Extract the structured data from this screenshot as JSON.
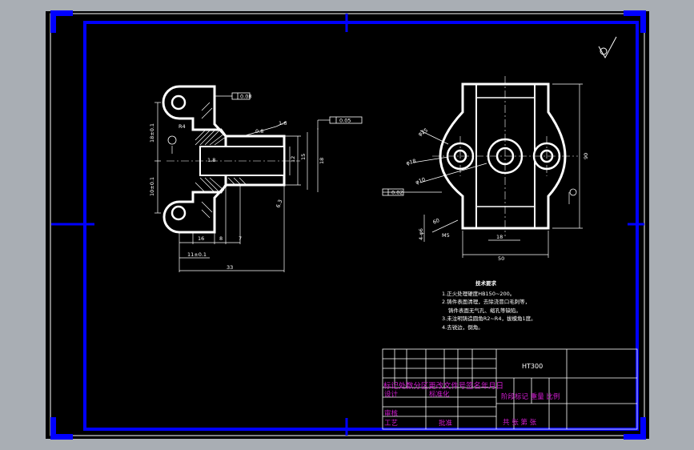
{
  "colors": {
    "background": "#000000",
    "frame": "#0000ff",
    "outline": "#ffffff",
    "dim": "#ffffff",
    "title_text": "#d21cd2",
    "window": "#a9aeb4"
  },
  "dims": {
    "d1": "0.08",
    "d2": "0.05",
    "d3": "1.6",
    "d4": "0.8",
    "d5": "R4",
    "d6": "18±0.1",
    "d7": "10±0.1",
    "d8": "1.8",
    "d9": "15",
    "d10": "18",
    "d11": "12",
    "d12": "16",
    "d13": "8",
    "d14": "7",
    "d15": "11±0.1",
    "d16": "33",
    "d17": "6.3",
    "d18": "90",
    "d19": "50",
    "d20": "18",
    "d21": "φ25",
    "d22": "φ18",
    "d23": "φ10",
    "d24": "0.02",
    "d25": "M5",
    "d26": "60",
    "d27": "4-φ6"
  },
  "notes": {
    "title": "技术要求",
    "lines": [
      "1.正火处理硬度HB150~200。",
      "2.铸件表面清理，去除浇冒口毛刺等，",
      "铸件表面无气孔、缩孔等缺陷。",
      "3.未注明铸造圆角R2~R4，拔模角1度。",
      "4.去锐边，倒角。"
    ]
  },
  "title_block": {
    "material": "HT300",
    "row_revision": "标记处数分区更改文件号签名年月日",
    "designer": "设计",
    "standardize": "标准化",
    "stage_mark": "阶段标记 重量 比例",
    "review": "审核",
    "process": "工艺",
    "approve": "批准",
    "sheet": "共 张 第 张"
  }
}
